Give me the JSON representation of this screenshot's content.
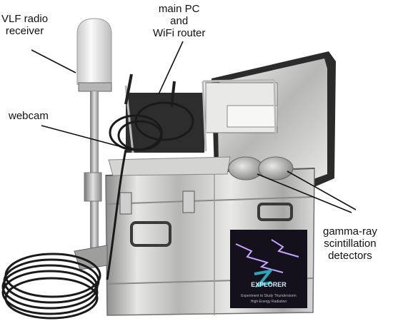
{
  "labels": {
    "vlf_receiver": [
      "VLF radio",
      "receiver"
    ],
    "main_pc": [
      "main PC",
      "and",
      "WiFi router"
    ],
    "webcam": [
      "webcam"
    ],
    "gamma_detectors": [
      "gamma-ray",
      "scintillation",
      "detectors"
    ]
  },
  "panel_logo_text": "EXPLORER",
  "panel_caption": [
    "Experiment to Study Thunderstorm",
    "High-Energy Radiation"
  ],
  "colors": {
    "aluminium_light": "#e9e9e7",
    "aluminium_mid": "#b9bab8",
    "aluminium_dark": "#7f8080",
    "panel_bg": "#14101c",
    "lightning": "#c8a4ff",
    "logo_teal": "#2aa6b8",
    "cable": "#1a1a1a"
  }
}
